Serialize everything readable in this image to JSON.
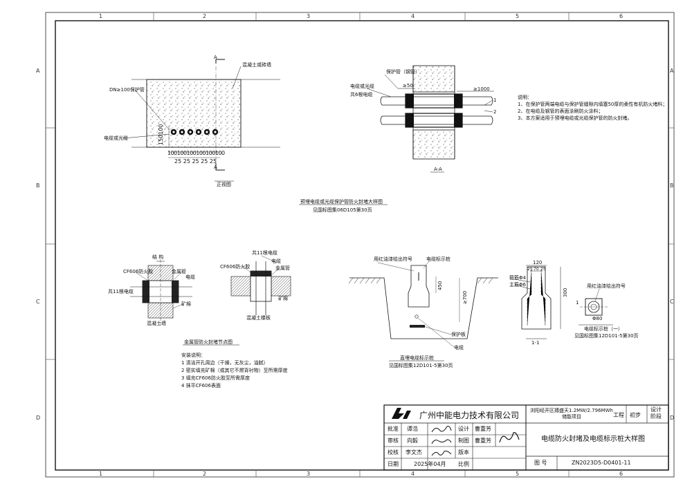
{
  "grid": {
    "cols": [
      "1",
      "2",
      "3",
      "4",
      "5",
      "6"
    ],
    "rows": [
      "A",
      "B",
      "C",
      "D"
    ]
  },
  "fireblock": {
    "front_view": {
      "section_mark": "A",
      "wall_label": "混凝土或砖墙",
      "pipe_label": "DN≥100保护管",
      "cable_label": "电缆或光缆",
      "dim_vertical": "150100",
      "dim_horizontal_top": "100100100100100100",
      "dim_horizontal_bottom": "25 25 25 25 25",
      "caption": "正视图"
    },
    "section_aa": {
      "pipe_label": "保护管（钢管）",
      "cable_label": "电缆或光缆",
      "count_label": "共6根电缆",
      "dim1": "≥50",
      "dim2": "≥1000",
      "num1": "1",
      "num2": "2",
      "caption": "A-A"
    },
    "notes": {
      "heading": "说明：",
      "items": [
        "1、在保护管两端电缆与保护管缝隙内填塞50厚的柔性有机防火堵料；",
        "2、在电缆及钢管的表面涂刷防火涂料；",
        "3、本方案适用于预埋电缆或光缆保护管的防火封堵。"
      ]
    },
    "title": "预埋电缆或光缆保护管防火封堵大样图",
    "ref": "见国标图集06D105第30页"
  },
  "metal_pipe": {
    "left_labels": {
      "top": "结 构",
      "glue": "CF606防火胶",
      "metal": "金属管",
      "cable": "电缆",
      "count": "共11根电缆",
      "mineral": "矿棉",
      "wall": "混凝土墙"
    },
    "right_labels": {
      "count": "共11根电缆",
      "cable": "电缆",
      "glue": "CF606防火胶",
      "metal": "金属管",
      "mineral": "矿棉",
      "floor": "混凝土楼板"
    },
    "title": "金属管防火封堵节点图",
    "install_heading": "安装说明：",
    "install_items": [
      "1 清洁开孔周边（干燥，无灰尘，油腻）",
      "2 密实填充矿棉（或其它不燃背衬物）至所需厚度",
      "3 填充CF606防火胶至所需厚度",
      "4 抹平CF606表面"
    ]
  },
  "buried": {
    "mark_label": "用红油漆绘出符号",
    "stake_label": "电缆标示桩",
    "dim_450": "450",
    "dim_700": "≥700",
    "board_label": "保护板",
    "cable_label": "电缆",
    "title": "直埋电缆标示桩",
    "ref": "见国标图集12D101-5第30页"
  },
  "stake": {
    "dim_top": "120",
    "dim_a": "25",
    "dim_b": "70",
    "dim_c": "25",
    "rebar1": "箍筋Φ4",
    "rebar2": "主筋Φ6",
    "dim_side": "300",
    "section_caption": "1-1",
    "mark_label": "用红油漆绘出符号",
    "one": "1",
    "phi": "Φ80",
    "stake_title": "电缆标示桩（一）",
    "stake_ref": "见国标图集12D101-5第30页"
  },
  "titleblock": {
    "company": "广州中能电力技术有限公司",
    "project": "浏阳经开区搏盛天1.2MW/2.796MWh储能项目",
    "project_kind": "工程",
    "stage": "初步",
    "stage_label": "设计阶段",
    "rows": [
      {
        "role": "批准",
        "name": "谭浩",
        "sig": "谭浩",
        "role2": "设计",
        "name2": "曹重芳"
      },
      {
        "role": "审核",
        "name": "向毅",
        "sig": "向毅",
        "role2": "制图",
        "name2": "曹重芳"
      },
      {
        "role": "校核",
        "name": "李文杰",
        "sig": "李文杰",
        "role2": "版本",
        "name2": ""
      },
      {
        "role": "日期",
        "name": "2025年04月",
        "sig": "",
        "role2": "比例",
        "name2": ""
      }
    ],
    "drawing_title": "电缆防火封堵及电缆标示桩大样图",
    "drawing_no_label": "图 号",
    "drawing_no": "ZN2023D5-D0401-11",
    "signature_big": "曹重芳"
  }
}
